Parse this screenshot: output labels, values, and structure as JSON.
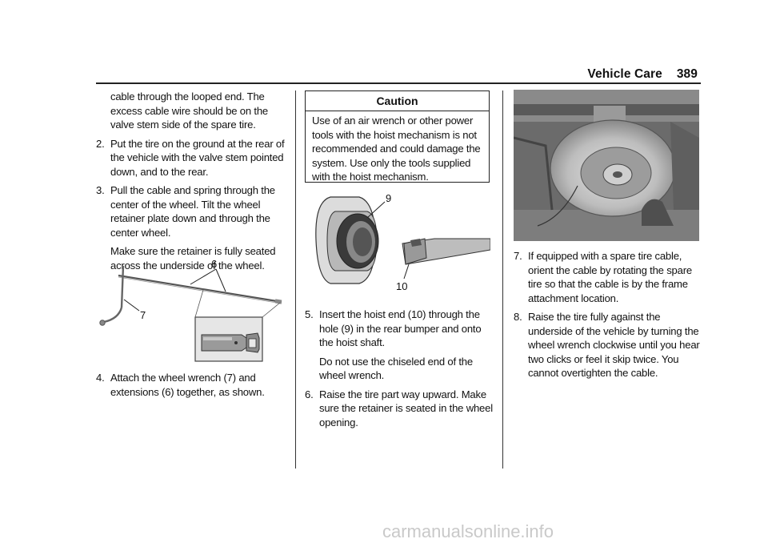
{
  "header": {
    "section": "Vehicle Care",
    "page": "389"
  },
  "col1": {
    "cont": "cable through the looped end. The excess cable wire should be on the valve stem side of the spare tire.",
    "step2_num": "2.",
    "step2": "Put the tire on the ground at the rear of the vehicle with the valve stem pointed down, and to the rear.",
    "step3_num": "3.",
    "step3": "Pull the cable and spring through the center of the wheel. Tilt the wheel retainer plate down and through the center wheel.",
    "step3_note": "Make sure the retainer is fully seated across the underside of the wheel.",
    "fig_label_6": "6",
    "fig_label_7": "7",
    "step4_num": "4.",
    "step4": "Attach the wheel wrench (7) and extensions (6) together, as shown."
  },
  "col2": {
    "caution_title": "Caution",
    "caution_body": "Use of an air wrench or other power tools with the hoist mechanism is not recommended and could damage the system. Use only the tools supplied with the hoist mechanism.",
    "fig_label_9": "9",
    "fig_label_10": "10",
    "step5_num": "5.",
    "step5": "Insert the hoist end (10) through the hole (9) in the rear bumper and onto the hoist shaft.",
    "step5_note": "Do not use the chiseled end of the wheel wrench.",
    "step6_num": "6.",
    "step6": "Raise the tire part way upward. Make sure the retainer is seated in the wheel opening."
  },
  "col3": {
    "step7_num": "7.",
    "step7": "If equipped with a spare tire cable, orient the cable by rotating the spare tire so that the cable is by the frame attachment location.",
    "step8_num": "8.",
    "step8": "Raise the tire fully against the underside of the vehicle by turning the wheel wrench clockwise until you hear two clicks or feel it skip twice. You cannot overtighten the cable."
  },
  "watermark": "carmanualsonline.info"
}
